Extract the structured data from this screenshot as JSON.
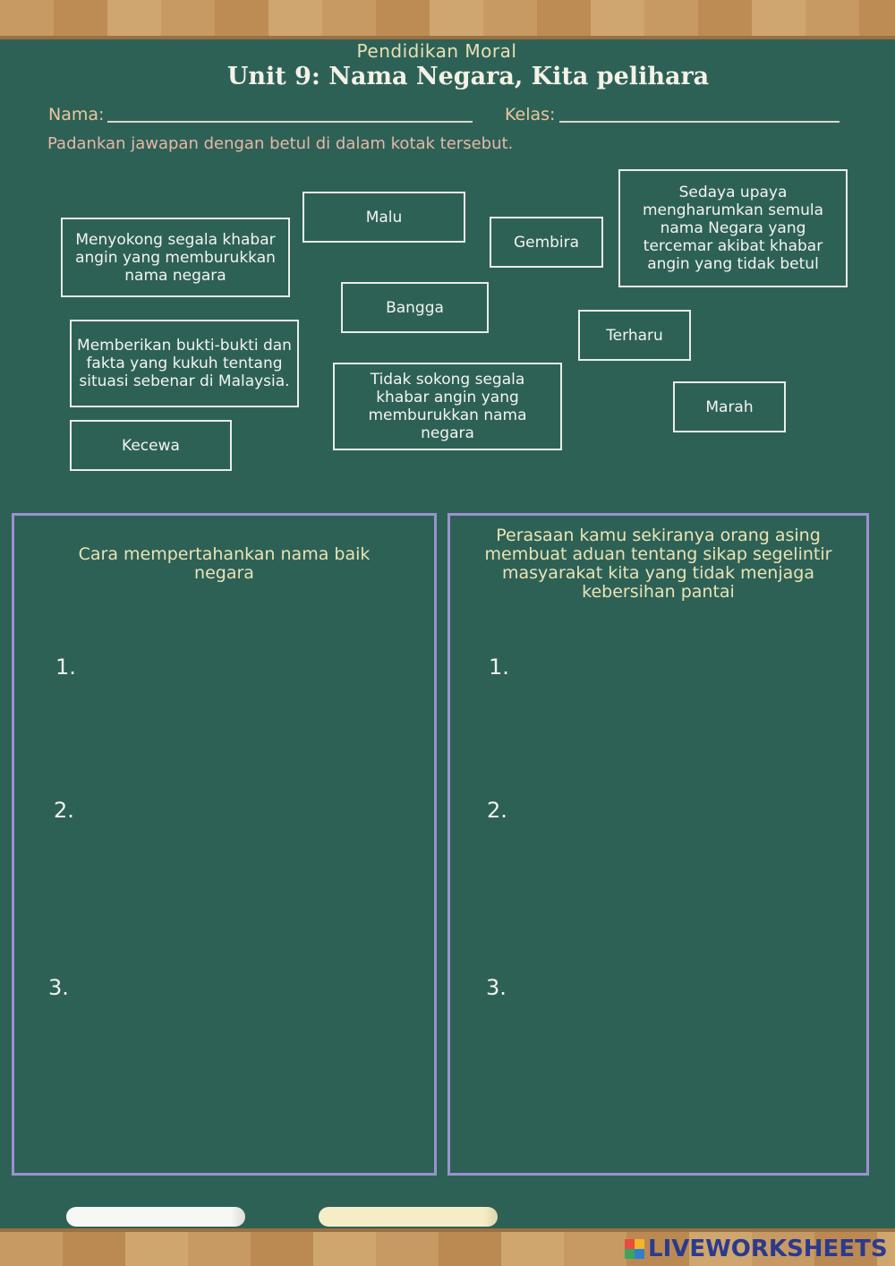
{
  "header": {
    "subject": "Pendidikan Moral",
    "title": "Unit 9: Nama Negara, Kita pelihara"
  },
  "fields": {
    "name_label": "Nama:",
    "class_label": "Kelas:"
  },
  "instruction": "Padankan jawapan dengan betul di dalam kotak tersebut.",
  "cards": {
    "malu": "Malu",
    "gembira": "Gembira",
    "sedaya_upaya": "Sedaya upaya mengharumkan semula nama Negara yang tercemar akibat khabar angin yang tidak betul",
    "menyokong": "Menyokong segala khabar angin yang memburukkan nama negara",
    "bangga": "Bangga",
    "terharu": "Terharu",
    "memberikan": "Memberikan bukti-bukti dan fakta yang kukuh tentang situasi sebenar di Malaysia.",
    "tidak_sokong": "Tidak sokong segala khabar angin yang memburukkan nama negara",
    "marah": "Marah",
    "kecewa": "Kecewa"
  },
  "panels": {
    "left": {
      "title": "Cara mempertahankan nama baik negara",
      "numbers": [
        "1.",
        "2.",
        "3."
      ]
    },
    "right": {
      "title": "Perasaan kamu sekiranya orang asing membuat aduan tentang sikap segelintir masyarakat kita yang tidak menjaga kebersihan pantai",
      "numbers": [
        "1.",
        "2.",
        "3."
      ]
    }
  },
  "footer": {
    "logo_text": "LIVEWORKSHEETS",
    "logo_icon": "liveworksheets-logo-icon"
  },
  "colors": {
    "board": "#2e6156",
    "panel_border": "#9a92cf",
    "chalk_white": "#f5f5f2",
    "chalk_yellow": "#f3ecc2"
  }
}
